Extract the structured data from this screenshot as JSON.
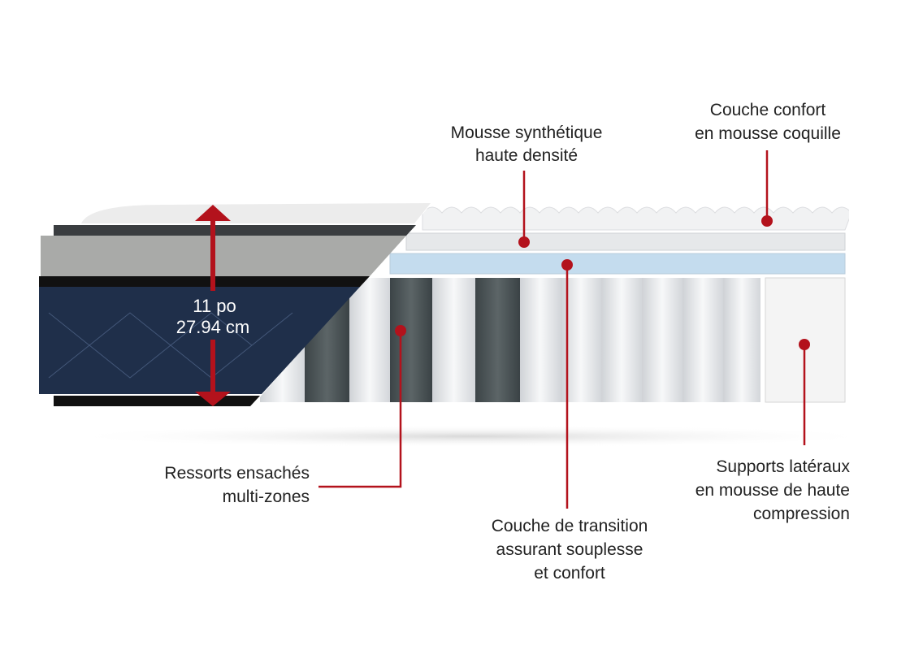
{
  "colors": {
    "accent": "#b3121c",
    "navy": "#1f2f4a",
    "blue_layer": "#c4dcee",
    "label_text": "#222222"
  },
  "dimension": {
    "inches": "11 po",
    "cm": "27.94 cm"
  },
  "callouts": {
    "synthetic_foam": {
      "line1": "Mousse synthétique",
      "line2": "haute densité"
    },
    "comfort_layer": {
      "line1": "Couche confort",
      "line2": "en mousse coquille"
    },
    "pocket_springs": {
      "line1": "Ressorts ensachés",
      "line2": "multi-zones"
    },
    "transition_layer": {
      "line1": "Couche de transition",
      "line2": "assurant souplesse",
      "line3": "et confort"
    },
    "side_supports": {
      "line1": "Supports latéraux",
      "line2": "en mousse de haute",
      "line3": "compression"
    }
  }
}
